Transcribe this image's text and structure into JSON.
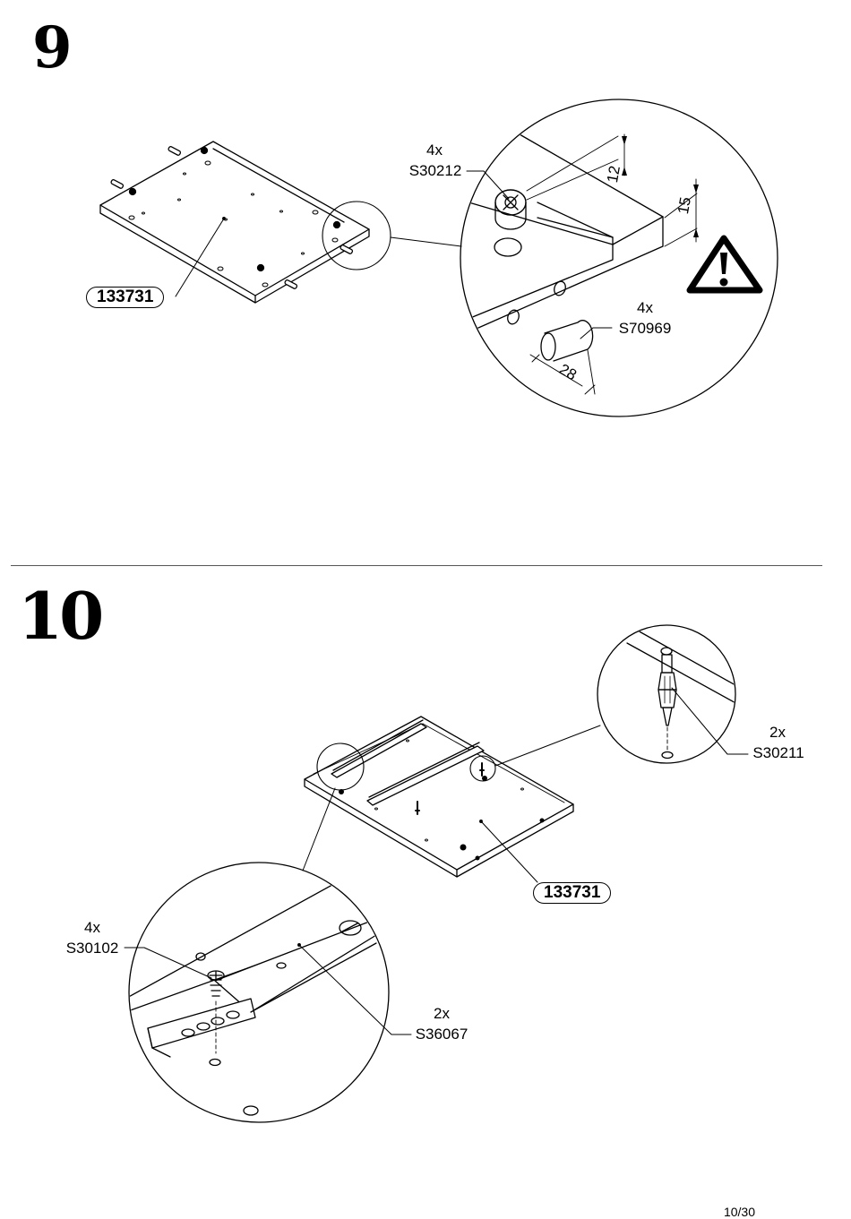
{
  "steps": [
    {
      "number": "9",
      "part_label": "133731",
      "callouts": [
        {
          "qty": "4x",
          "code": "S30212"
        },
        {
          "qty": "4x",
          "code": "S70969"
        }
      ],
      "dimensions": [
        "12",
        "15",
        "28"
      ],
      "warning_icon": "warning-triangle-icon"
    },
    {
      "number": "10",
      "part_label": "133731",
      "callouts": [
        {
          "qty": "2x",
          "code": "S30211"
        },
        {
          "qty": "4x",
          "code": "S30102"
        },
        {
          "qty": "2x",
          "code": "S36067"
        }
      ]
    }
  ],
  "page": {
    "number": "10/30"
  }
}
